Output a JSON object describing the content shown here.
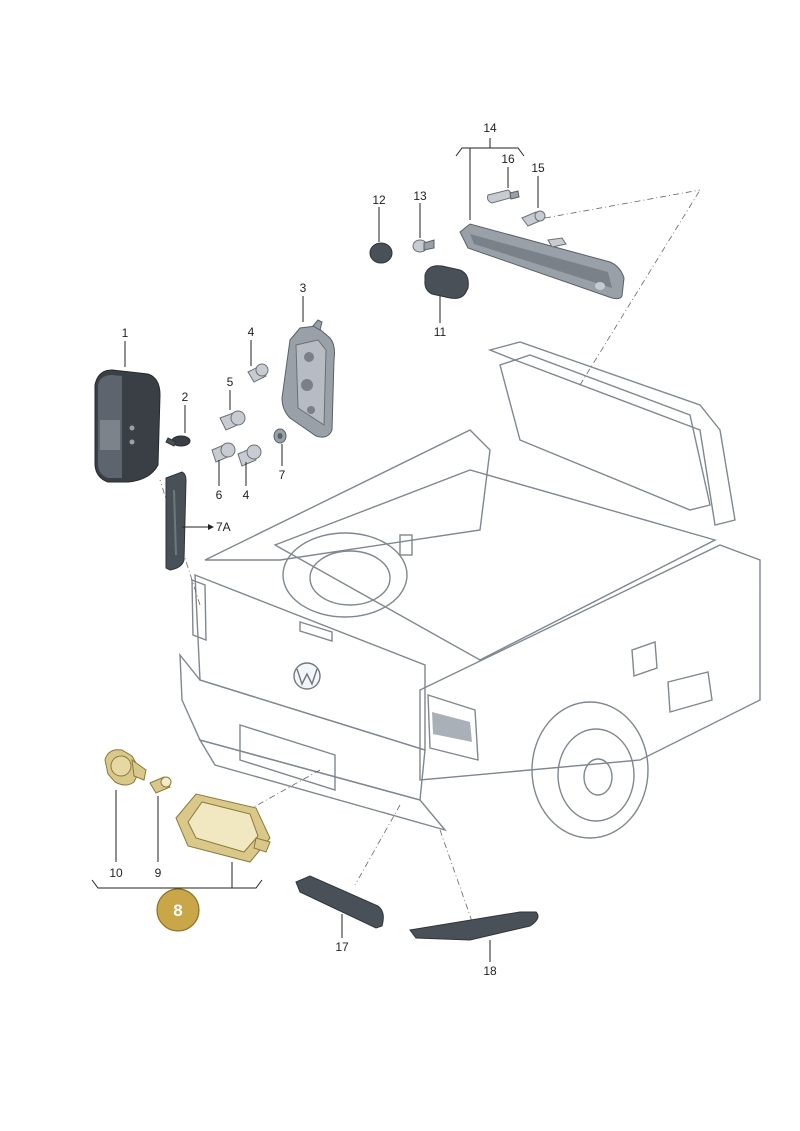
{
  "labels": {
    "p1": "1",
    "p2": "2",
    "p3": "3",
    "p4a": "4",
    "p4b": "4",
    "p5": "5",
    "p6": "6",
    "p7": "7",
    "p7a": "7A",
    "p9": "9",
    "p10": "10",
    "p11": "11",
    "p12": "12",
    "p13": "13",
    "p14": "14",
    "p15": "15",
    "p16": "16",
    "p17": "17",
    "p18": "18"
  },
  "badge": {
    "label": "8",
    "color": "#c9a648"
  },
  "colors": {
    "vehicle_fill": "#e6eef5",
    "vehicle_outline": "#7f8790",
    "part_dark": "#4a5058",
    "highlight_part": "#d9c88a"
  }
}
